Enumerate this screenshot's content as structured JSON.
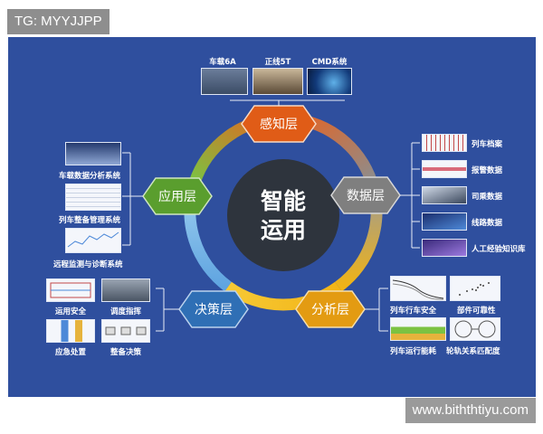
{
  "watermark_top": "TG: MYYJJPP",
  "watermark_bottom": "www.biththtiyu.com",
  "center": {
    "line1": "智能",
    "line2": "运用"
  },
  "layers": {
    "perception": "感知层",
    "data": "数据层",
    "analysis": "分析层",
    "decision": "决策层",
    "application": "应用层"
  },
  "perception_items": [
    "车载6A",
    "正线5T",
    "CMD系统"
  ],
  "data_items": [
    "列车档案",
    "报警数据",
    "司乘数据",
    "线路数据",
    "人工经验知识库"
  ],
  "analysis_items": [
    "列车行车安全",
    "部件可靠性",
    "列车运行能耗",
    "轮轨关系匹配度"
  ],
  "decision_items": [
    "运用安全",
    "调度指挥",
    "应急处置",
    "整备决策"
  ],
  "application_items": [
    "车载数据分析系统",
    "列车整备管理系统",
    "远程监测与诊断系统"
  ],
  "colors": {
    "panel": "#2f4f9e",
    "perception": "#e05c17",
    "data": "#808080",
    "analysis": "#e39b12",
    "decision": "#2f6fb5",
    "application": "#5a9e2e"
  }
}
